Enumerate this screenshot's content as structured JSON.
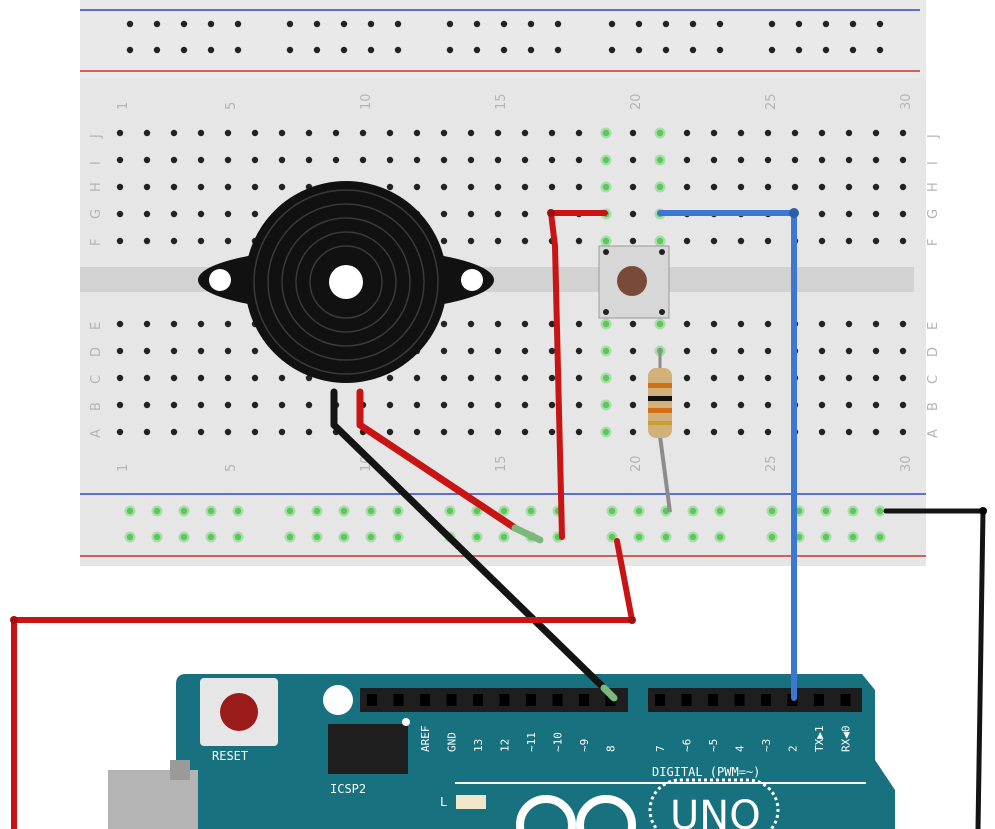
{
  "breadboard": {
    "column_numbers": [
      "1",
      "5",
      "10",
      "15",
      "20",
      "25",
      "30"
    ],
    "row_letters_top": [
      "J",
      "I",
      "H",
      "G",
      "F"
    ],
    "row_letters_bottom": [
      "E",
      "D",
      "C",
      "B",
      "A"
    ]
  },
  "arduino": {
    "reset_label": "RESET",
    "icsp_label": "ICSP2",
    "led_label": "L",
    "digital_label": "DIGITAL (PWM=~)",
    "brand_text": "UNO",
    "header_left_pins": [
      "AREF",
      "GND",
      "13",
      "12",
      "~11",
      "~10",
      "~9",
      "8"
    ],
    "header_right_pins": [
      "7",
      "~6",
      "~5",
      "4",
      "~3",
      "2",
      "TX▶1",
      "RX◀0"
    ]
  },
  "colors": {
    "wire_red": "#c81414",
    "wire_black": "#141414",
    "wire_blue": "#3c78d2",
    "wire_gray": "#8c8c8c",
    "arduino_teal": "#17717f",
    "breadboard": "#e6e6e6",
    "active_hole": "#5cc85c"
  },
  "components": {
    "buzzer": "piezo-buzzer",
    "button": "push-button",
    "resistor": "resistor"
  }
}
